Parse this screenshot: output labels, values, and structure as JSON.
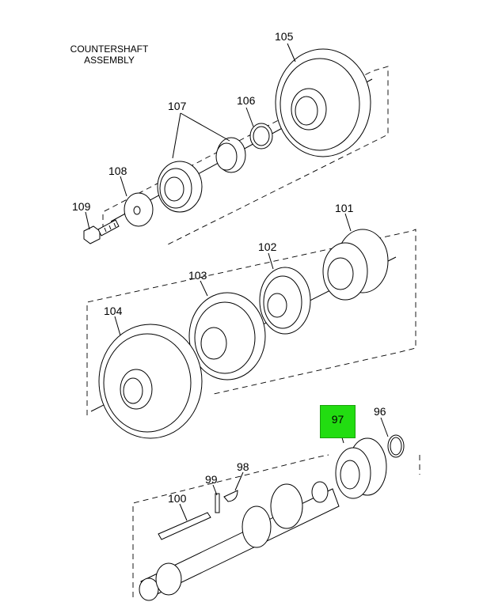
{
  "title": {
    "line1": "COUNTERSHAFT",
    "line2": "ASSEMBLY"
  },
  "callouts": {
    "c96": "96",
    "c97": "97",
    "c98": "98",
    "c99": "99",
    "c100": "100",
    "c101": "101",
    "c102": "102",
    "c103": "103",
    "c104": "104",
    "c105": "105",
    "c106": "106",
    "c107": "107",
    "c108": "108",
    "c109": "109"
  },
  "highlight": {
    "part": "97",
    "color": "#22dd11"
  }
}
